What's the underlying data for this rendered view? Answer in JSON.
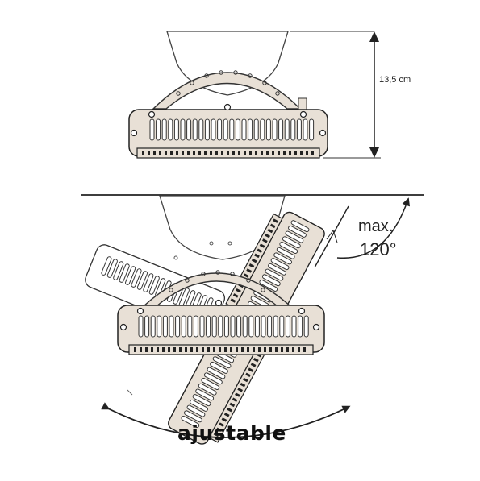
{
  "labels": {
    "height": "13,5 cm",
    "max": "max.",
    "angle": "120°",
    "adjustable": "ajustable"
  },
  "colors": {
    "body_fill": "#e8e0d6",
    "line": "#222222",
    "rail": "#333333"
  }
}
